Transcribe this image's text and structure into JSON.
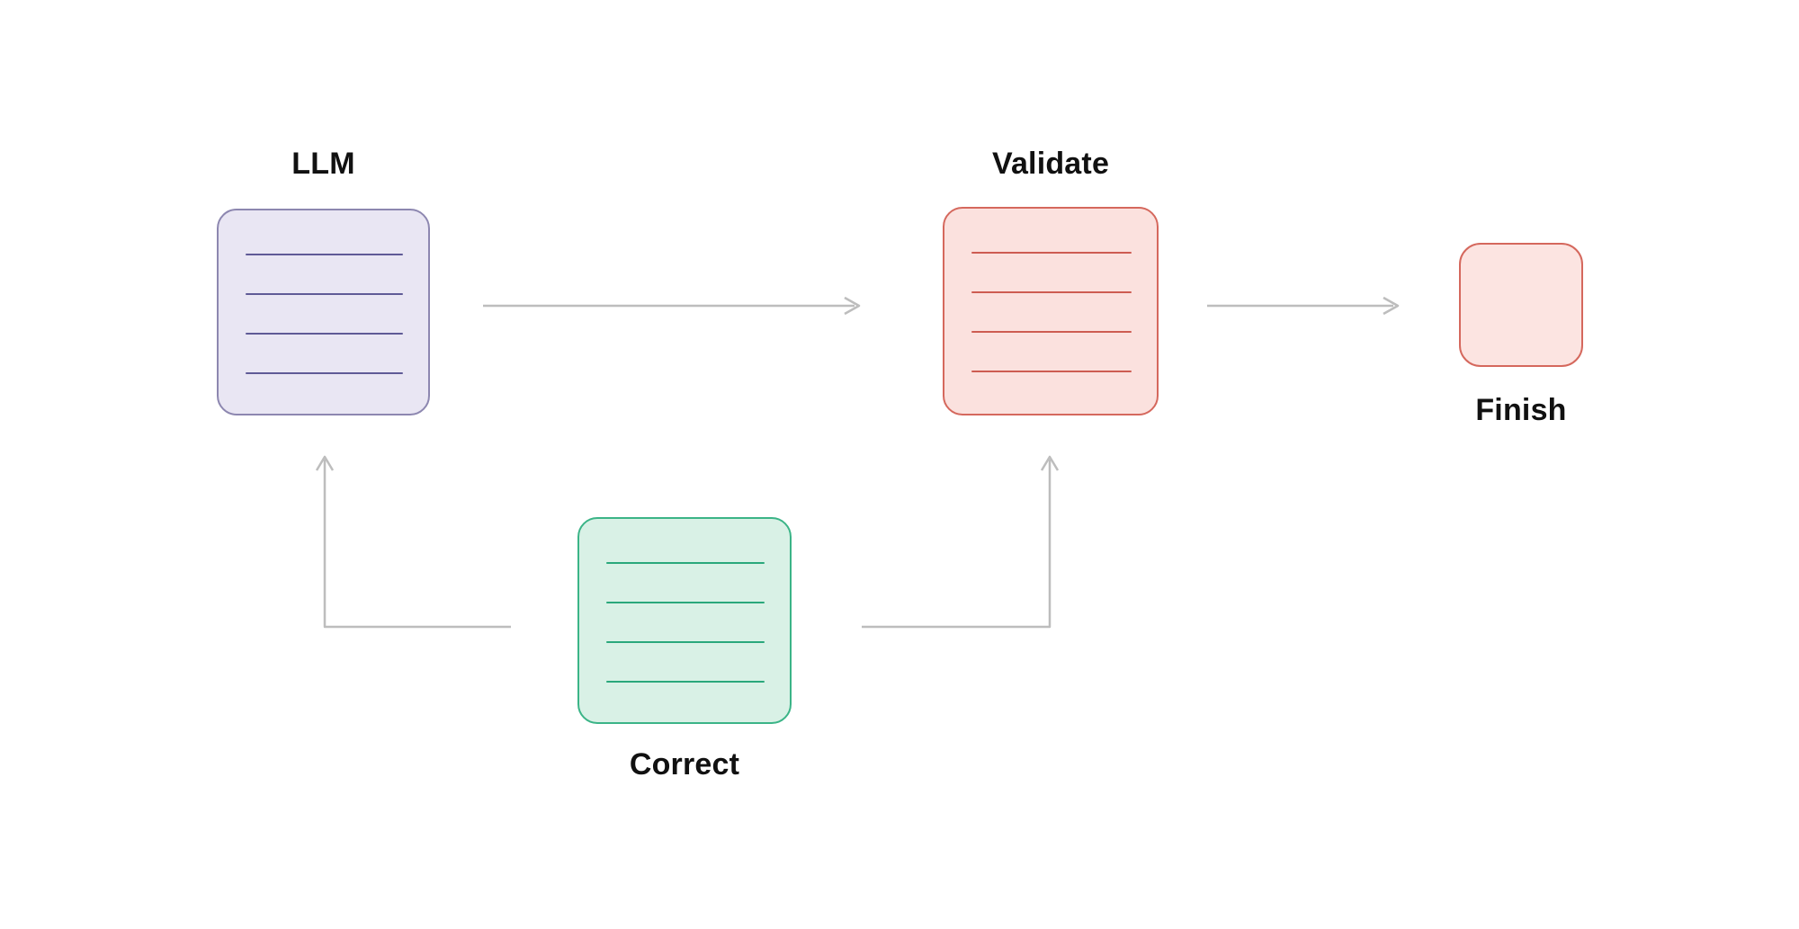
{
  "diagram": {
    "title": "",
    "nodes": {
      "llm": {
        "label": "LLM",
        "shape": "document-card",
        "color_theme": "purple"
      },
      "validate": {
        "label": "Validate",
        "shape": "document-card",
        "color_theme": "red"
      },
      "finish": {
        "label": "Finish",
        "shape": "small-card",
        "color_theme": "red"
      },
      "correct": {
        "label": "Correct",
        "shape": "document-card",
        "color_theme": "green"
      }
    },
    "edges": [
      {
        "from": "llm",
        "to": "validate",
        "style": "straight-arrow"
      },
      {
        "from": "validate",
        "to": "finish",
        "style": "straight-arrow"
      },
      {
        "from": "correct",
        "to": "llm",
        "style": "elbow-arrow-up"
      },
      {
        "from": "correct",
        "to": "validate",
        "style": "elbow-arrow-up"
      }
    ]
  },
  "colors": {
    "background": "#ffffff",
    "label-text": "#111111",
    "arrow": "#bdbdbd",
    "llm-fill": "#e9e6f3",
    "llm-border": "#8d87b0",
    "llm-line": "#5f5a96",
    "validate-fill": "#fbe1de",
    "validate-border": "#d5685d",
    "validate-line": "#cd5c52",
    "finish-fill": "#fce4e1",
    "finish-border": "#d5685d",
    "correct-fill": "#d9f1e6",
    "correct-border": "#3bb487",
    "correct-line": "#2aa87b"
  }
}
